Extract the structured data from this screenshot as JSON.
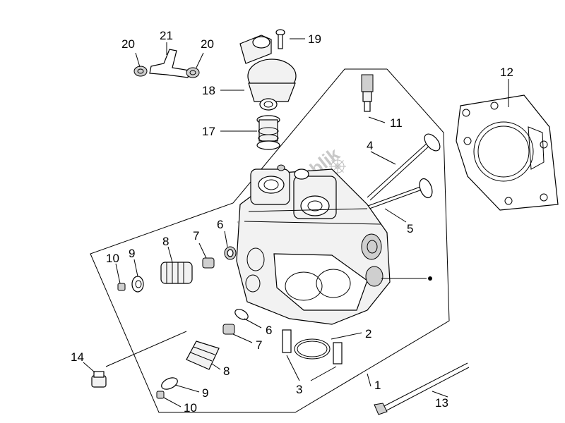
{
  "watermark": {
    "text": "PartsRepublik"
  },
  "callouts": [
    {
      "id": "1",
      "text": "1"
    },
    {
      "id": "2",
      "text": "2"
    },
    {
      "id": "3",
      "text": "3"
    },
    {
      "id": "4",
      "text": "4"
    },
    {
      "id": "5",
      "text": "5"
    },
    {
      "id": "6a",
      "text": "6"
    },
    {
      "id": "6b",
      "text": "6"
    },
    {
      "id": "7a",
      "text": "7"
    },
    {
      "id": "7b",
      "text": "7"
    },
    {
      "id": "8a",
      "text": "8"
    },
    {
      "id": "8b",
      "text": "8"
    },
    {
      "id": "9a",
      "text": "9"
    },
    {
      "id": "9b",
      "text": "9"
    },
    {
      "id": "10a",
      "text": "10"
    },
    {
      "id": "10b",
      "text": "10"
    },
    {
      "id": "11",
      "text": "11"
    },
    {
      "id": "12",
      "text": "12"
    },
    {
      "id": "13",
      "text": "13"
    },
    {
      "id": "14",
      "text": "14"
    },
    {
      "id": "17",
      "text": "17"
    },
    {
      "id": "18",
      "text": "18"
    },
    {
      "id": "19",
      "text": "19"
    },
    {
      "id": "20a",
      "text": "20"
    },
    {
      "id": "20b",
      "text": "20"
    },
    {
      "id": "21",
      "text": "21"
    }
  ]
}
